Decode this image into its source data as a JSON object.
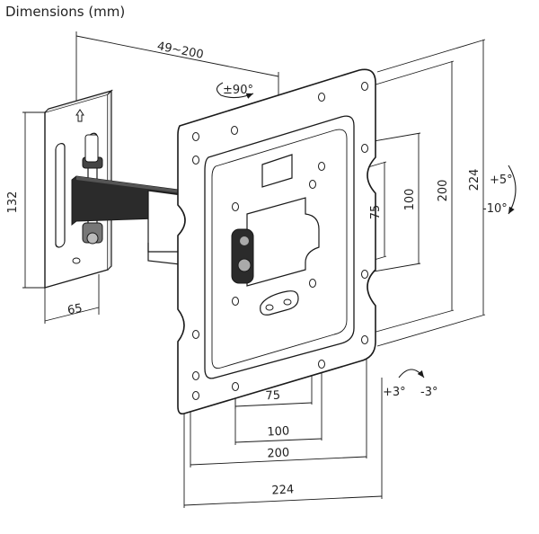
{
  "title": "Dimensions (mm)",
  "labels": {
    "arm_length": "49~200",
    "swivel": "±90°",
    "tilt_up": "+5°",
    "tilt_down": "-10°",
    "level_plus": "+3°",
    "level_minus": "-3°",
    "wall_height": "132",
    "wall_width": "65",
    "v75": "75",
    "v100": "100",
    "v200": "200",
    "v224": "224",
    "h75": "75",
    "h100": "100",
    "h200": "200",
    "h224": "224"
  },
  "colors": {
    "stroke": "#1a1a1a",
    "arm": "#2b2b2b",
    "plate": "#ffffff"
  }
}
